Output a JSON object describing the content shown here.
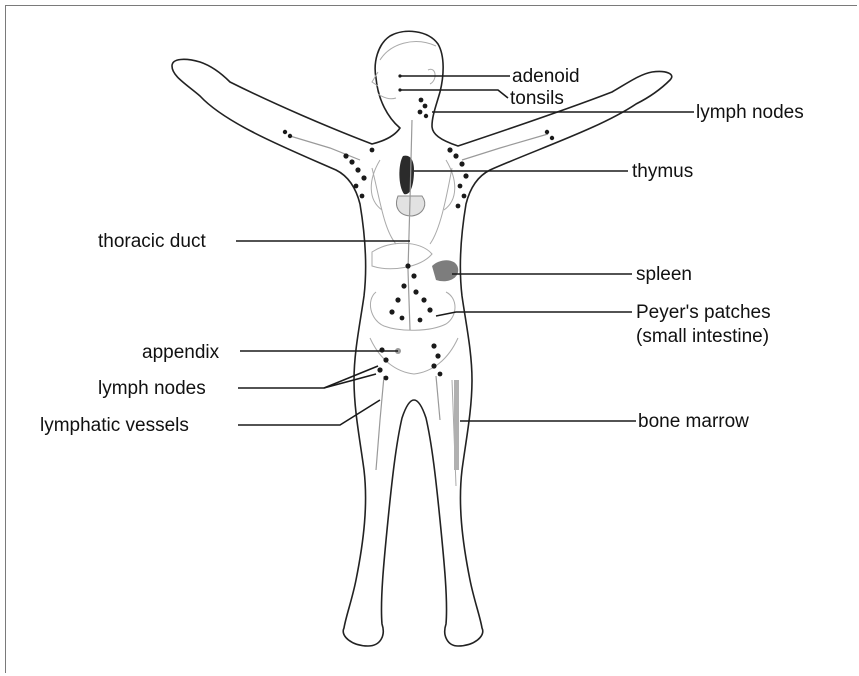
{
  "labels": {
    "adenoid": "adenoid",
    "tonsils": "tonsils",
    "lymph_nodes_upper": "lymph nodes",
    "thymus": "thymus",
    "thoracic_duct": "thoracic duct",
    "spleen": "spleen",
    "peyers_patches_line1": "Peyer's patches",
    "peyers_patches_line2": "(small intestine)",
    "appendix": "appendix",
    "lymph_nodes_lower": "lymph nodes",
    "lymphatic_vessels": "lymphatic vessels",
    "bone_marrow": "bone marrow"
  },
  "colors": {
    "outline": "#222222",
    "organ_dark": "#2b2b2b",
    "spleen": "#7d7d7d",
    "organ_light": "#e2e2e2",
    "frame": "#7a7a7a"
  }
}
